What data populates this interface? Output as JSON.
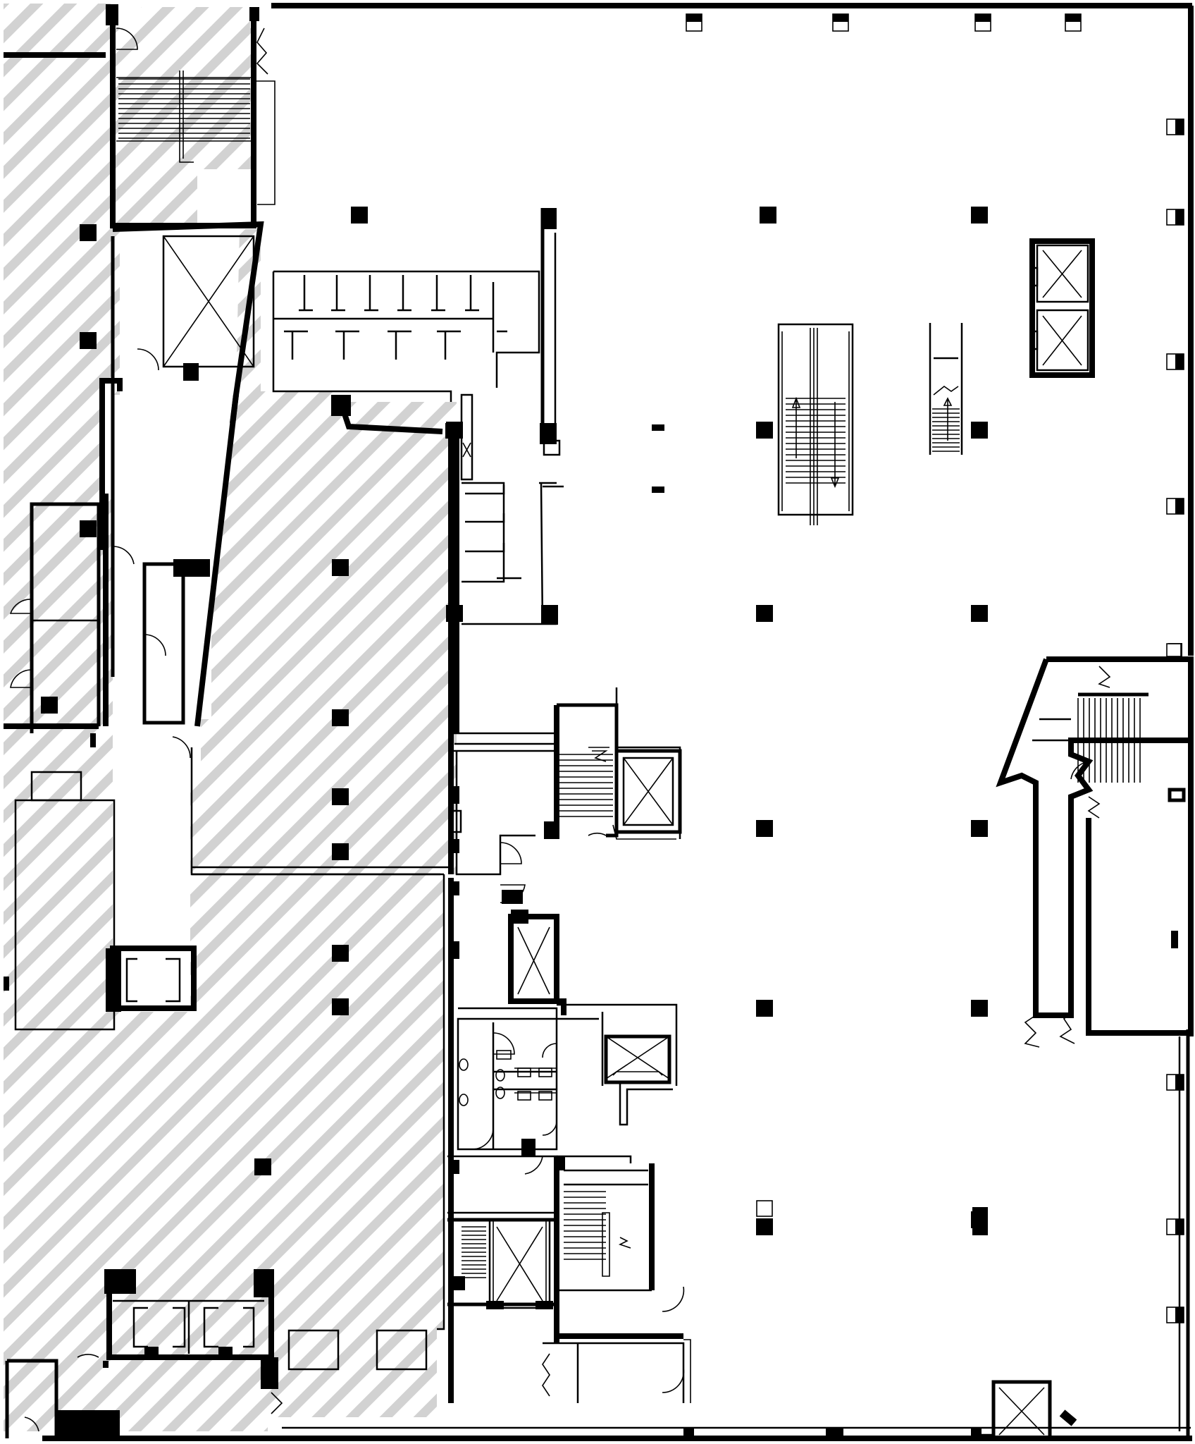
{
  "plan": {
    "kind": "floor-plan",
    "background": "#ffffff",
    "line_color": "#000000",
    "hatch_color": "#cfcfcf",
    "elements": {
      "elevators": 10,
      "stairs": 5,
      "escalators": 1,
      "restrooms": 1
    }
  }
}
